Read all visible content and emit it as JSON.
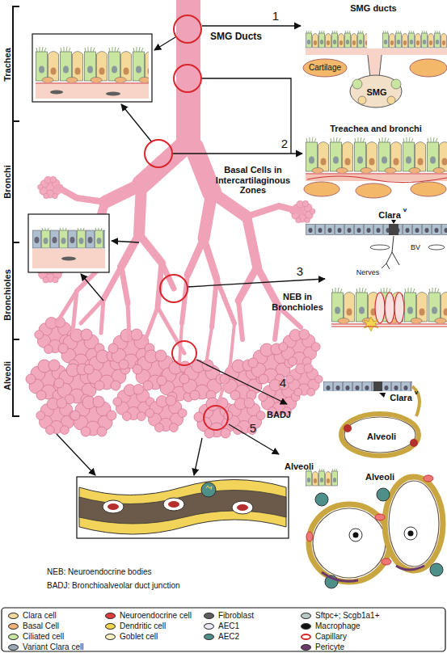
{
  "diagram": {
    "labels": [
      "Trachea",
      "Bronchi",
      "Bronchioles",
      "Alveoli",
      "1",
      "SMG Ducts",
      "SMG ducts",
      "Cartilage",
      "SMG",
      "2",
      "Basal Cells in Intercartilaginous Zones",
      "Treachea and bronchi",
      "Clara",
      "v",
      "BV",
      "Nerves",
      "3",
      "NEB in Bronchioles",
      "4",
      "BADJ",
      "Clara",
      "v",
      "Alveoli",
      "5",
      "Alveoli",
      "Alveoli",
      "NEB: Neuroendocrine bodies",
      "BADJ: Bronchioalveolar duct junction"
    ],
    "legend": [
      {
        "text": "Clara cell",
        "color": "#f5d99a"
      },
      {
        "text": "Neuroendocrine cell",
        "color": "#e23b3b"
      },
      {
        "text": "Fibroblast",
        "color": "#5e5e5e"
      },
      {
        "text": "Sftpc+; Scgb1a1+",
        "color": "#b9c9c6"
      },
      {
        "text": "Basal Cell",
        "color": "#f0b27a"
      },
      {
        "text": "Dendritic cell",
        "color": "#f2d44e"
      },
      {
        "text": "AEC1",
        "color": "#ece8f2"
      },
      {
        "text": "Macrophage",
        "color": "#111111"
      },
      {
        "text": "Ciliated cell",
        "color": "#c8e6a0"
      },
      {
        "text": "Goblet cell",
        "color": "#f7efc0"
      },
      {
        "text": "AEC2",
        "color": "#4f8f8a"
      },
      {
        "text": "Capillary"
      },
      {
        "text": "Variant Clara cell",
        "color": "#9aa8b4"
      },
      {
        "text": "Pericyte",
        "color": "#6b3a6b"
      }
    ]
  }
}
